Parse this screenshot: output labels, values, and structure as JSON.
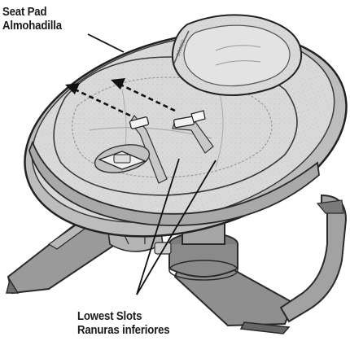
{
  "labels": {
    "seat_pad": {
      "line1": "Seat Pad",
      "line2": "Almohadilla"
    },
    "lowest_slots": {
      "line1": "Lowest Slots",
      "line2": "Ranuras inferiores"
    }
  }
}
